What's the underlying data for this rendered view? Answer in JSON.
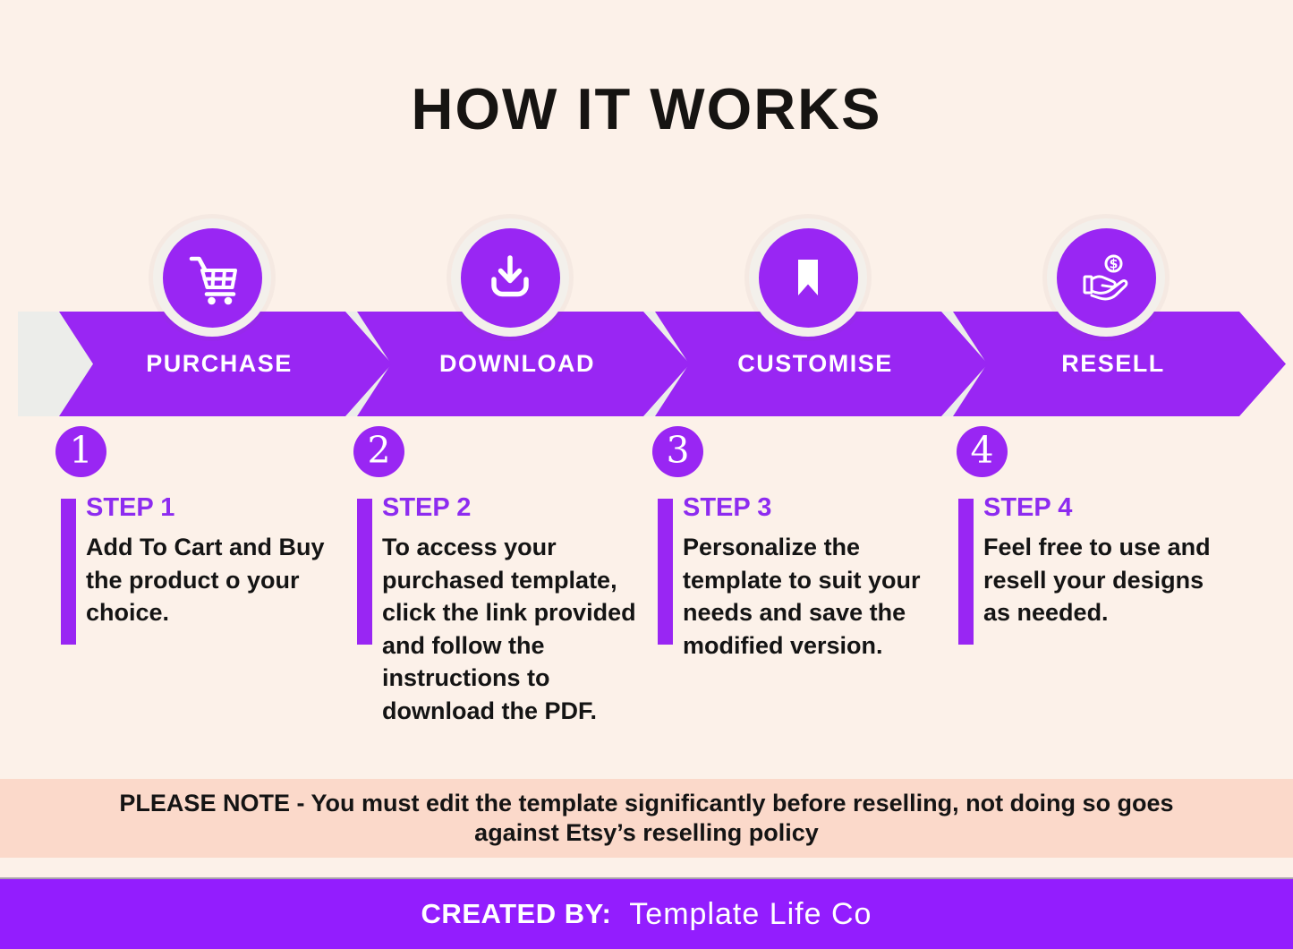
{
  "title": "HOW IT WORKS",
  "colors": {
    "background": "#FCF1E9",
    "purple_main": "#9926F3",
    "purple_heading": "#8D2BF0",
    "purple_footer": "#931DFE",
    "gray_band": "#ECEDEA",
    "note_background": "#FBD9CA",
    "text_black": "#141414"
  },
  "steps": [
    {
      "number": "1",
      "arrow_label": "PURCHASE",
      "icon": "cart-icon",
      "heading": "STEP 1",
      "description": [
        "Add To Cart and Buy",
        "the product o your",
        "choice."
      ]
    },
    {
      "number": "2",
      "arrow_label": "DOWNLOAD",
      "icon": "download-icon",
      "heading": "STEP 2",
      "description": [
        "To access your",
        "purchased template,",
        "click the link provided",
        "and follow the",
        "instructions to",
        "download the PDF."
      ]
    },
    {
      "number": "3",
      "arrow_label": "CUSTOMISE",
      "icon": "bookmark-icon",
      "heading": "STEP 3",
      "description": [
        "Personalize the",
        "template to suit your",
        "needs and save the",
        "modified version."
      ]
    },
    {
      "number": "4",
      "arrow_label": "RESELL",
      "icon": "hand-money-icon",
      "heading": "STEP 4",
      "description": [
        "Feel free to use and",
        "resell your designs",
        "as needed."
      ]
    }
  ],
  "note": {
    "label": "PLEASE NOTE",
    "line1": " - You must edit the template significantly before reselling, not doing so goes",
    "line2": "against Etsy’s reselling policy"
  },
  "footer": {
    "label": "CREATED BY:",
    "value": "Template Life Co"
  }
}
